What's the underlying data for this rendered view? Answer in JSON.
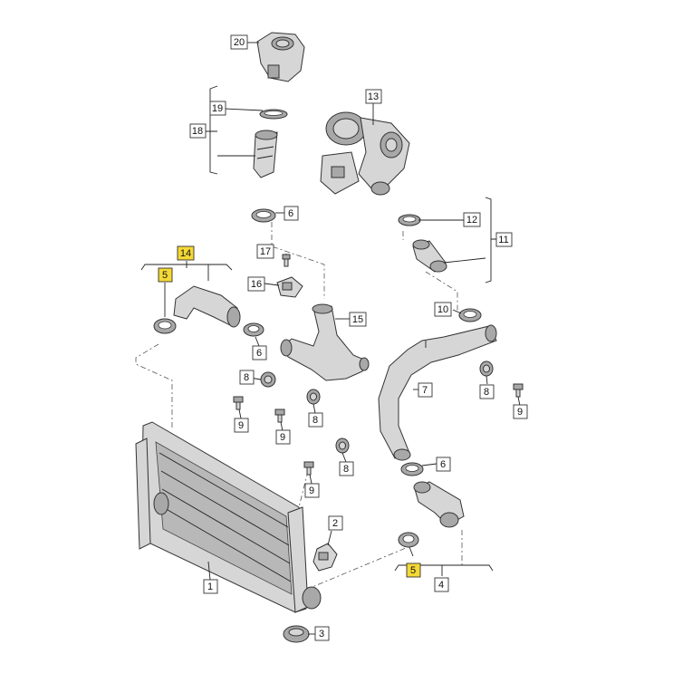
{
  "labels": {
    "p1": "1",
    "p2": "2",
    "p3": "3",
    "p4": "4",
    "p5a": "5",
    "p5b": "5",
    "p6a": "6",
    "p6b": "6",
    "p6c": "6",
    "p7": "7",
    "p8a": "8",
    "p8b": "8",
    "p8c": "8",
    "p8d": "8",
    "p9a": "9",
    "p9b": "9",
    "p9c": "9",
    "p9d": "9",
    "p10": "10",
    "p11": "11",
    "p12": "12",
    "p13": "13",
    "p14": "14",
    "p15": "15",
    "p16": "16",
    "p17": "17",
    "p18": "18",
    "p19": "19",
    "p20": "20"
  },
  "highlight_color": "#f4d836",
  "icons": [
    "intercooler",
    "pressure-sensor",
    "rubber-grommet",
    "charge-air-hose",
    "hose-clamp",
    "charge-air-pipe",
    "mounting-bush",
    "screw",
    "o-ring",
    "turbocharger",
    "throttle-body-flange"
  ]
}
